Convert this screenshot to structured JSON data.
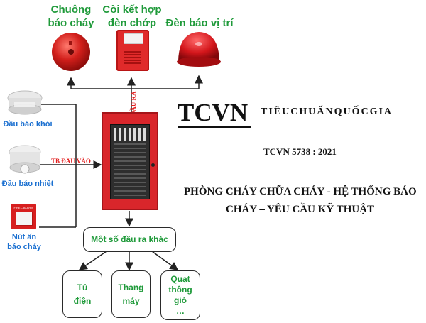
{
  "outputs": {
    "bell_label": [
      "Chuông",
      "báo cháy"
    ],
    "strobe_label": [
      "Còi kết hợp",
      "đèn chớp"
    ],
    "beacon_label": "Đèn báo vị trí"
  },
  "inputs": {
    "smoke_label": "Đầu báo khói",
    "heat_label": "Đầu báo nhiệt",
    "call_point_label": [
      "Nút ấn",
      "báo cháy"
    ]
  },
  "connections": {
    "output_line": "TB ĐẦU RA",
    "input_line": "TB ĐẦU VÀO"
  },
  "other_outputs": {
    "title": "Một số đầu ra khác",
    "items": [
      [
        "Tủ",
        "điện"
      ],
      [
        "Thang",
        "máy"
      ],
      [
        "Quạt",
        "thông",
        "gió",
        "…"
      ]
    ]
  },
  "standard": {
    "logo": "TCVN",
    "header": "TIÊUCHUẨNQUỐCGIA",
    "code": "TCVN 5738 : 2021",
    "title_line1": "PHÒNG CHÁY CHỮA CHÁY - HỆ THỐNG BÁO",
    "title_line2": "CHÁY – YÊU CẦU KỸ THUẬT"
  },
  "device_text": {
    "call_point_face": "FIRE – ALARM"
  },
  "colors": {
    "label_green": "#1f9a3a",
    "label_blue": "#1a6fd0",
    "panel_red": "#d9262b",
    "note_red": "#e21d1d"
  }
}
